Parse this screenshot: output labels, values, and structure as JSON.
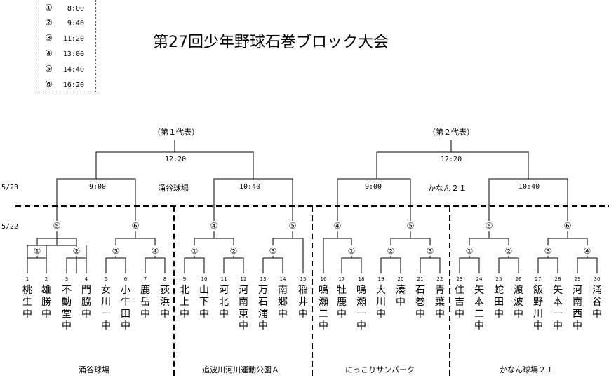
{
  "legend": [
    {
      "num": "①",
      "time": "8:00"
    },
    {
      "num": "②",
      "time": "9:40"
    },
    {
      "num": "③",
      "time": "11:20"
    },
    {
      "num": "④",
      "time": "13:00"
    },
    {
      "num": "⑤",
      "time": "14:40"
    },
    {
      "num": "⑥",
      "time": "16:20"
    }
  ],
  "title": "第27回少年野球石巻ブロック大会",
  "rep1": "（第１代表）",
  "rep2": "（第２代表）",
  "final_time_1": "12:20",
  "final_time_2": "12:20",
  "date_523": "5/23",
  "date_522": "5/22",
  "semi_time_1": "9:00",
  "semi_time_2": "10:40",
  "semi_time_3": "9:00",
  "semi_time_4": "10:40",
  "venue_523_left": "涌谷球場",
  "venue_523_right": "かなん２１",
  "circles": [
    "⑤",
    "⑥",
    "④",
    "⑤",
    "④",
    "⑤",
    "⑤",
    "⑥",
    "①",
    "②",
    "③",
    "④",
    "①",
    "②",
    "③",
    "①",
    "②",
    "③",
    "①",
    "②",
    "③",
    "④"
  ],
  "indices": [
    "1",
    "2",
    "3",
    "4",
    "5",
    "6",
    "7",
    "8",
    "9",
    "10",
    "11",
    "12",
    "13",
    "14",
    "15",
    "16",
    "17",
    "18",
    "19",
    "20",
    "21",
    "22",
    "23",
    "24",
    "25",
    "26",
    "27",
    "28",
    "29",
    "30"
  ],
  "teams": [
    "桃生中",
    "雄勝中",
    "不動堂中",
    "門脇中",
    "女川一中",
    "小牛田中",
    "鹿岳中",
    "荻浜中",
    "北上中",
    "山下中",
    "河北中",
    "河南東中",
    "万石浦中",
    "南郷中",
    "稲井中",
    "鳴瀬二中",
    "牡鹿中",
    "鳴瀬一中",
    "大川中",
    "湊中",
    "石巻中",
    "青葉中",
    "住吉中",
    "矢本二中",
    "蛇田中",
    "渡波中",
    "飯野川中",
    "矢本一中",
    "河南西中",
    "涌谷中"
  ],
  "venues_522": [
    "涌谷球場",
    "追波川河川運動公園Ａ",
    "にっこりサンパーク",
    "かなん球場２１"
  ]
}
